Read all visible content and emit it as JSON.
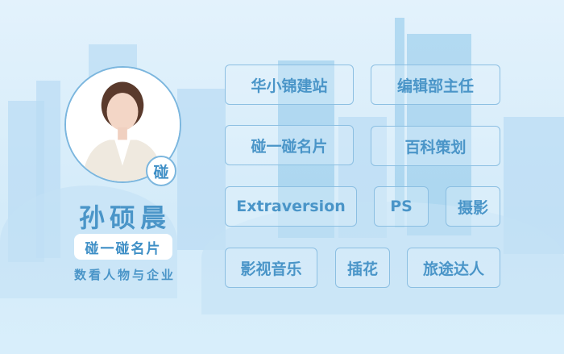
{
  "profile": {
    "name": "孙硕晨",
    "badge": "碰",
    "card_label": "碰一碰名片",
    "slogan": "数看人物与企业"
  },
  "tags": [
    "华小锦建站",
    "编辑部主任",
    "碰一碰名片",
    "百科策划",
    "Extraversion",
    "PS",
    "摄影",
    "影视音乐",
    "插花",
    "旅途达人"
  ],
  "colors": {
    "accent": "#4a95c8",
    "background": "#d9eefb"
  }
}
